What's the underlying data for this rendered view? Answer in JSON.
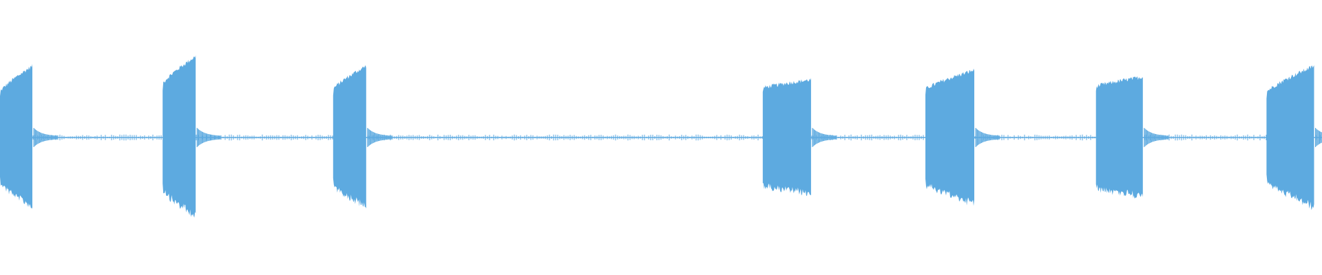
{
  "waveform": {
    "color": "#5DAAE0",
    "normalized_amplitude_range": [
      -1,
      1
    ],
    "peak_amplitude": 0.59,
    "silence_level": 0.03,
    "bursts": [
      {
        "id": "burst-1",
        "start_fraction": 0.0,
        "end_fraction": 0.0245,
        "amp_start": 0.33,
        "amp_end": 0.52
      },
      {
        "id": "burst-2",
        "start_fraction": 0.123,
        "end_fraction": 0.148,
        "amp_start": 0.39,
        "amp_end": 0.59
      },
      {
        "id": "burst-3",
        "start_fraction": 0.252,
        "end_fraction": 0.277,
        "amp_start": 0.35,
        "amp_end": 0.52
      },
      {
        "id": "burst-4",
        "start_fraction": 0.577,
        "end_fraction": 0.6135,
        "amp_start": 0.36,
        "amp_end": 0.42
      },
      {
        "id": "burst-5",
        "start_fraction": 0.7,
        "end_fraction": 0.737,
        "amp_start": 0.35,
        "amp_end": 0.49
      },
      {
        "id": "burst-6",
        "start_fraction": 0.829,
        "end_fraction": 0.8645,
        "amp_start": 0.37,
        "amp_end": 0.44
      },
      {
        "id": "burst-7",
        "start_fraction": 0.958,
        "end_fraction": 0.994,
        "amp_start": 0.33,
        "amp_end": 0.52
      }
    ]
  }
}
